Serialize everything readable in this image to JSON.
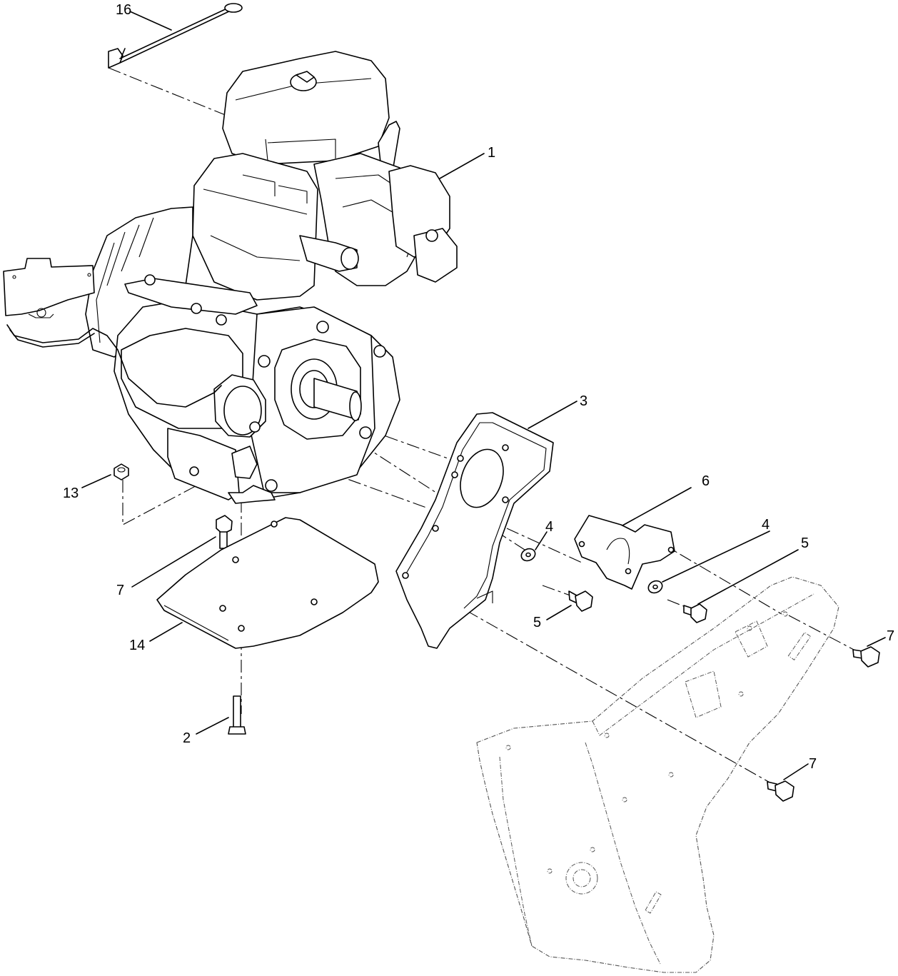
{
  "callouts": [
    {
      "id": "c16",
      "label": "16"
    },
    {
      "id": "c1",
      "label": "1"
    },
    {
      "id": "c3",
      "label": "3"
    },
    {
      "id": "c6",
      "label": "6"
    },
    {
      "id": "c4a",
      "label": "4"
    },
    {
      "id": "c4b",
      "label": "4"
    },
    {
      "id": "c5a",
      "label": "5"
    },
    {
      "id": "c5b",
      "label": "5"
    },
    {
      "id": "c13",
      "label": "13"
    },
    {
      "id": "c7a",
      "label": "7"
    },
    {
      "id": "c7b",
      "label": "7"
    },
    {
      "id": "c7c",
      "label": "7"
    },
    {
      "id": "c14",
      "label": "14"
    },
    {
      "id": "c2",
      "label": "2"
    }
  ]
}
